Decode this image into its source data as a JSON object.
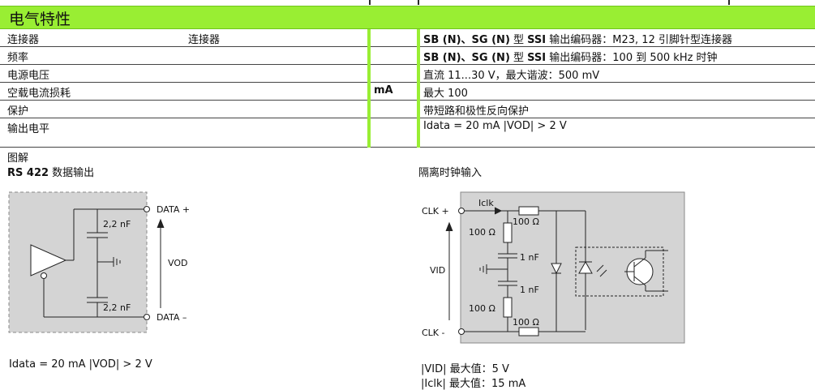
{
  "section": {
    "title": "电气特性"
  },
  "rows": [
    {
      "label": "连接器",
      "sub": "连接器",
      "unit": "",
      "value_bold": "SB (N)、SG (N)",
      "value_mid": " 型 ",
      "value_bold2": "SSI",
      "value_rest": " 输出编码器：M23, 12 引脚针型连接器"
    },
    {
      "label": "频率",
      "sub": "",
      "unit": "",
      "value_bold": "SB (N)、SG (N)",
      "value_mid": " 型 ",
      "value_bold2": "SSI",
      "value_rest": " 输出编码器：100 到 500 kHz 时钟"
    },
    {
      "label": "电源电压",
      "sub": "",
      "unit": "",
      "value_bold": "",
      "value_mid": "",
      "value_bold2": "",
      "value_rest": "直流 11...30 V，最大谐波：500 mV"
    },
    {
      "label": "空载电流损耗",
      "sub": "",
      "unit": "mA",
      "value_bold": "",
      "value_mid": "",
      "value_bold2": "",
      "value_rest": "最大 100"
    },
    {
      "label": "保护",
      "sub": "",
      "unit": "",
      "value_bold": "",
      "value_mid": "",
      "value_bold2": "",
      "value_rest": "带短路和极性反向保护"
    },
    {
      "label": "输出电平",
      "sub": "",
      "unit": "",
      "value_bold": "",
      "value_mid": "",
      "value_bold2": "",
      "value_rest": "Idata = 20 mA |VOD| > 2 V"
    }
  ],
  "legend": {
    "title": "图解",
    "left_bold": "RS 422",
    "left_rest": " 数据输出",
    "right": "隔离时钟输入"
  },
  "left_diagram": {
    "data_plus": "DATA +",
    "data_minus": "DATA –",
    "vod": "VOD",
    "cap_top": "2,2 nF",
    "cap_bottom": "2,2 nF",
    "caption": "Idata = 20 mA |VOD| > 2 V"
  },
  "right_diagram": {
    "clk_plus": "CLK +",
    "clk_minus": "CLK -",
    "vid": "VID",
    "iclk": "Iclk",
    "r_top": "100 Ω",
    "r_left_top": "100 Ω",
    "c_top": "1 nF",
    "c_bottom": "1 nF",
    "r_left_bottom": "100 Ω",
    "r_bottom": "100 Ω",
    "caption1": "|VID| 最大值：5 V",
    "caption2": "|Iclk| 最大值：15 mA"
  },
  "colors": {
    "accent": "#99ee33",
    "box_fill": "#d4d4d4",
    "box_border": "#888888"
  }
}
